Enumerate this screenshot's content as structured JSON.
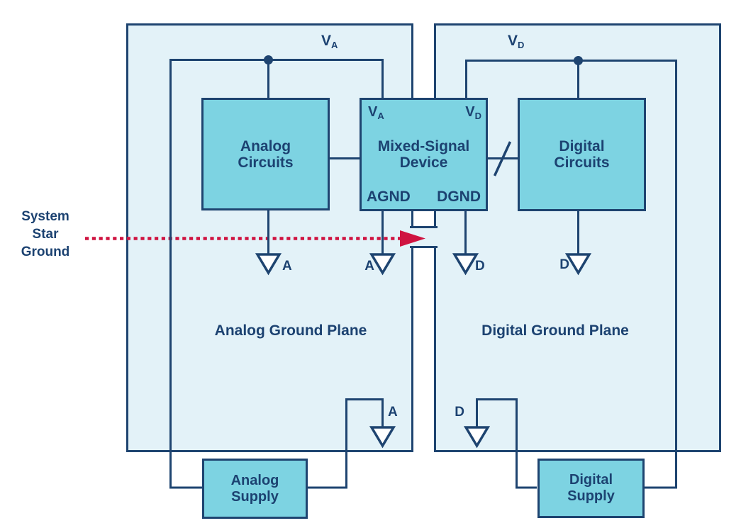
{
  "colors": {
    "navy": "#1e4470",
    "text_navy": "#1c4271",
    "block_fill": "#7dd3e2",
    "plane_fill": "#e3f2f8",
    "arrow_red": "#cf1340",
    "white": "#ffffff"
  },
  "annotation": {
    "system_star_ground": {
      "line1": "System",
      "line2": "Star",
      "line3": "Ground"
    }
  },
  "rails": {
    "analog": {
      "main": "V",
      "sub": "A"
    },
    "digital": {
      "main": "V",
      "sub": "D"
    }
  },
  "planes": {
    "analog": {
      "label": "Analog Ground Plane"
    },
    "digital": {
      "label": "Digital Ground Plane"
    }
  },
  "blocks": {
    "analog_circuits": {
      "line1": "Analog",
      "line2": "Circuits"
    },
    "mixed_signal_device": {
      "line1": "Mixed-Signal",
      "line2": "Device"
    },
    "digital_circuits": {
      "line1": "Digital",
      "line2": "Circuits"
    },
    "analog_supply": {
      "line1": "Analog",
      "line2": "Supply"
    },
    "digital_supply": {
      "line1": "Digital",
      "line2": "Supply"
    }
  },
  "pins": {
    "msd_va": {
      "main": "V",
      "sub": "A"
    },
    "msd_vd": {
      "main": "V",
      "sub": "D"
    },
    "agnd": "AGND",
    "dgnd": "DGND"
  },
  "ground_markers": {
    "analog_circuits": "A",
    "agnd": "A",
    "dgnd": "D",
    "digital_circuits": "D",
    "analog_supply": "A",
    "digital_supply": "D"
  }
}
